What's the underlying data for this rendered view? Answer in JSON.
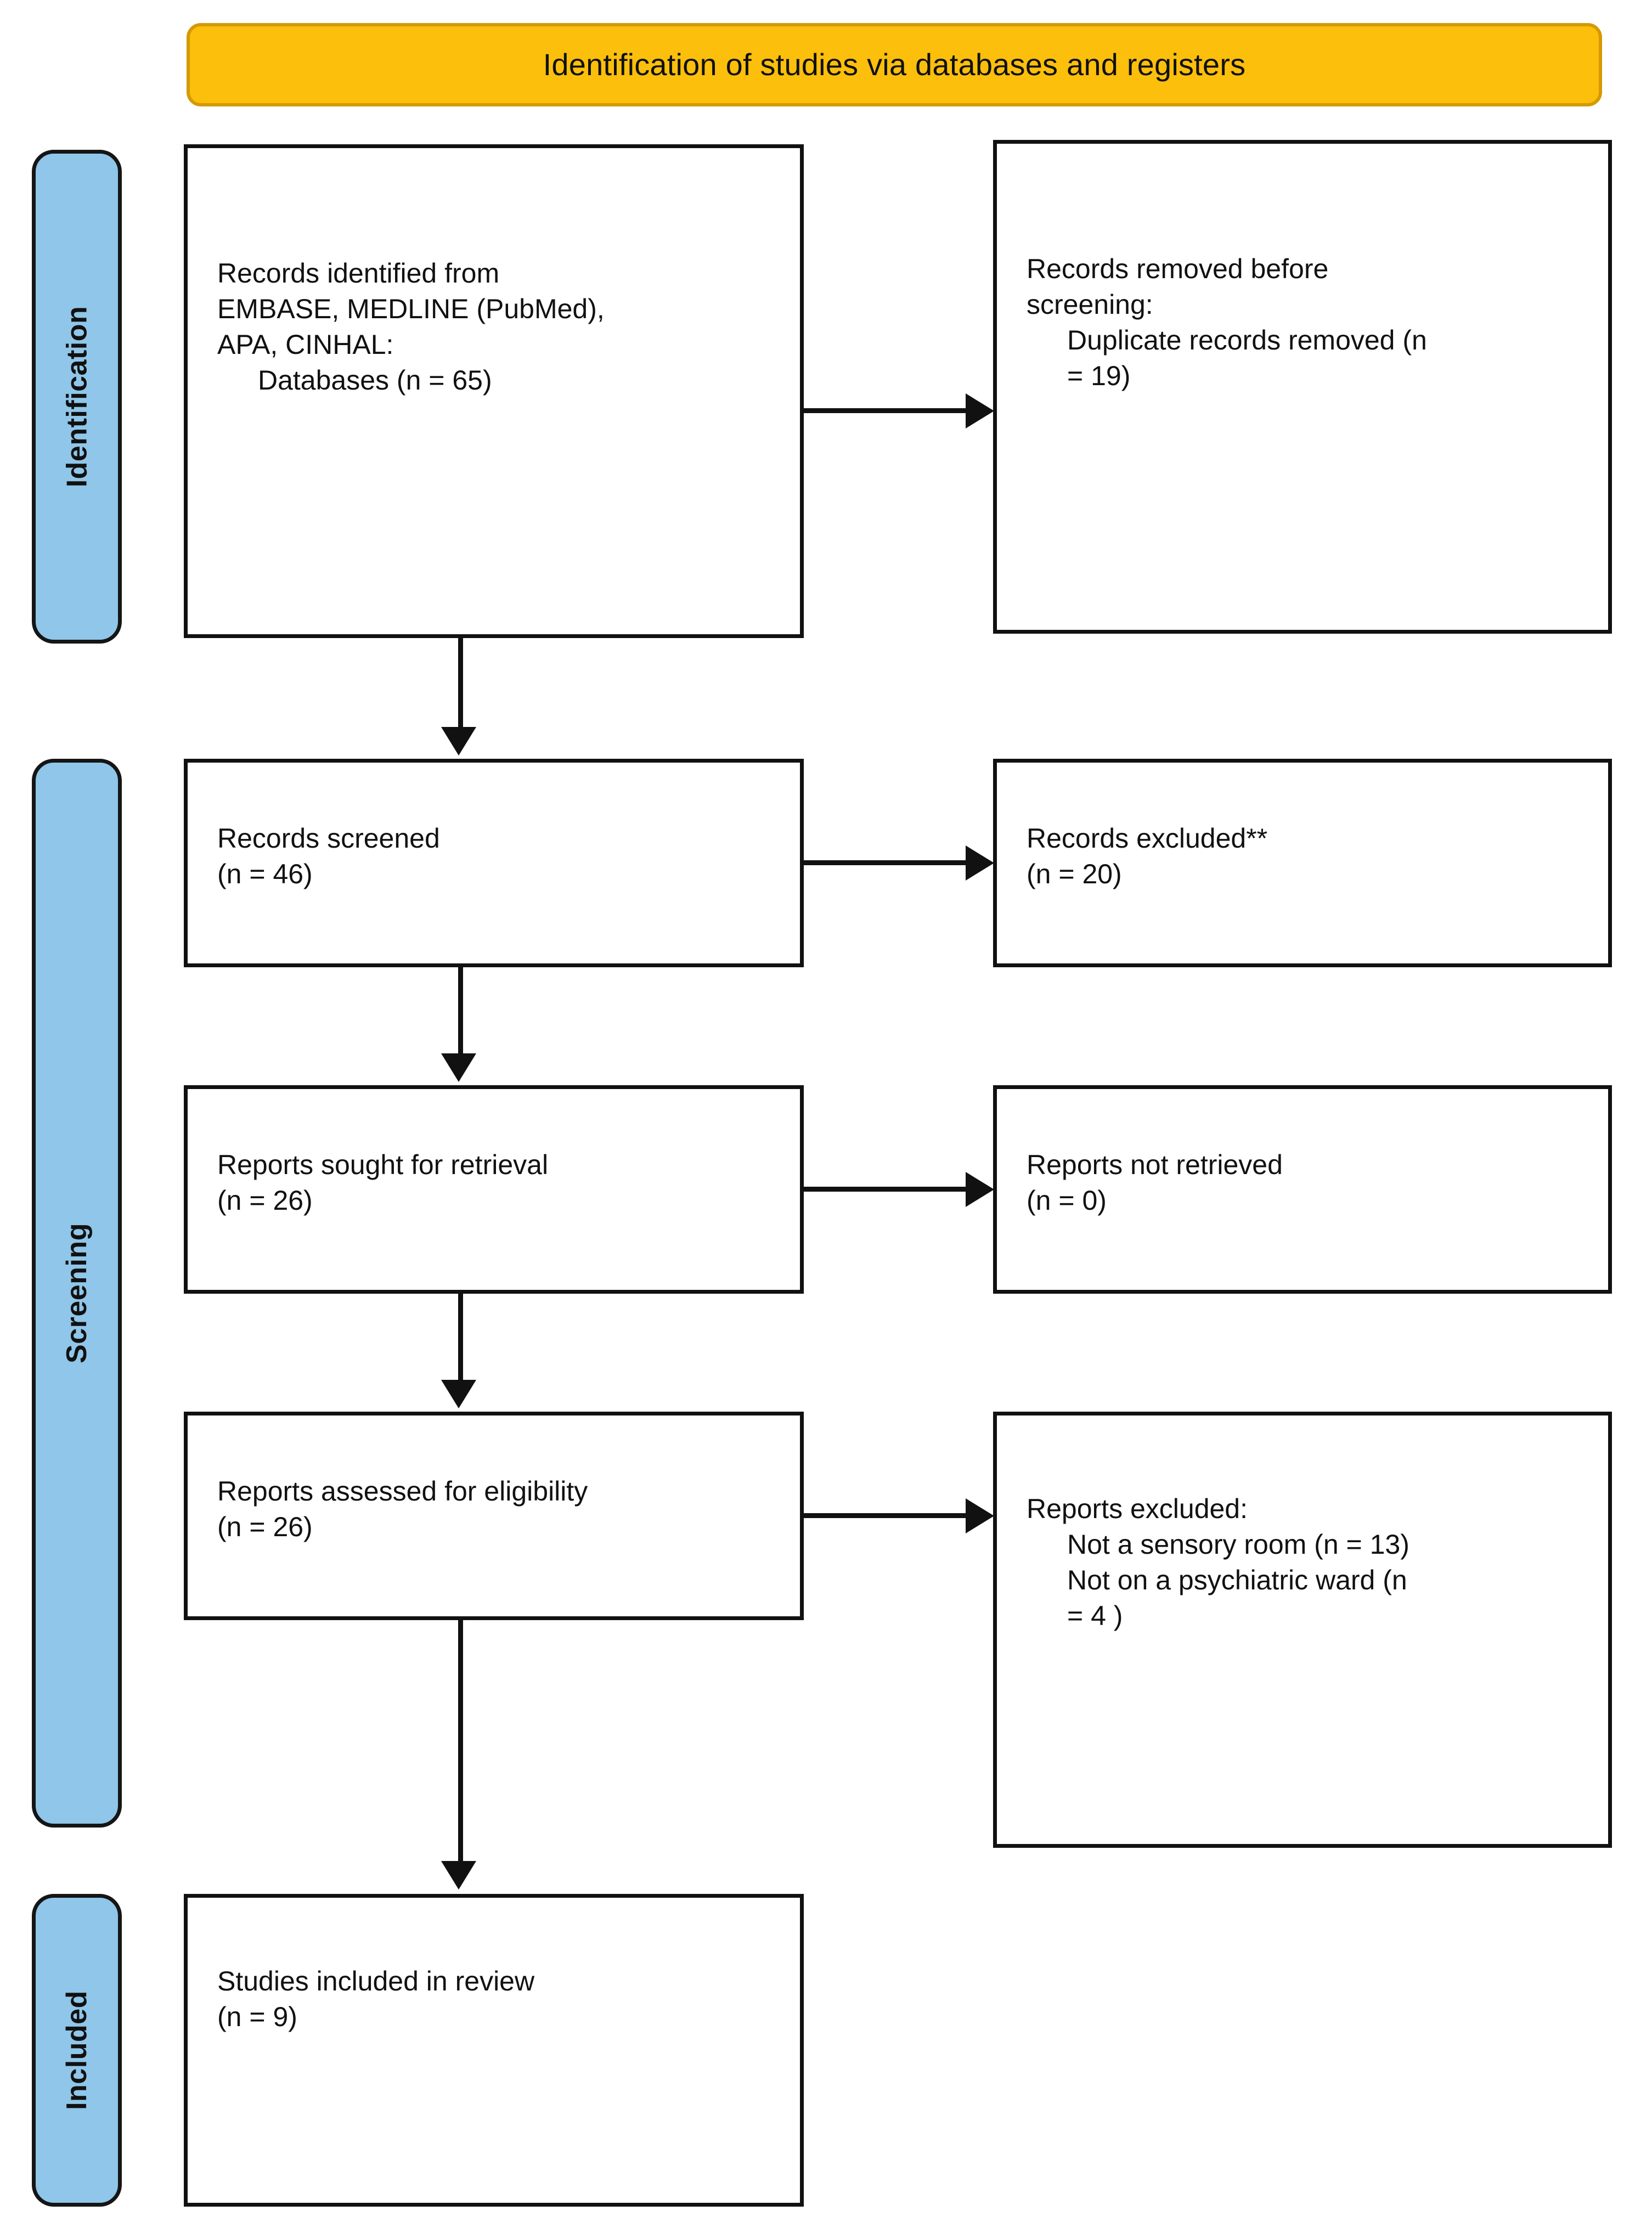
{
  "header": {
    "title": "Identification of studies via databases and registers",
    "color": "#FBBF0C",
    "border_color": "#D49A02"
  },
  "stages": {
    "color": "#8FC6E9",
    "identification": "Identification",
    "screening": "Screening",
    "included": "Included"
  },
  "boxes": {
    "identified": {
      "line1": "Records identified from",
      "line2": "EMBASE, MEDLINE (PubMed),",
      "line3": "APA, CINHAL:",
      "line4": "Databases (n = 65)"
    },
    "removed": {
      "line1": "Records removed ",
      "line1_italic": "before",
      "line2_italic": "screening",
      "line2_tail": ":",
      "line3": "Duplicate records removed (n",
      "line4": "= 19)"
    },
    "screened": {
      "line1": "Records screened",
      "line2": "(n = 46)"
    },
    "excluded_records": {
      "line1": "Records excluded**",
      "line2": "(n = 20)"
    },
    "sought": {
      "line1": "Reports sought for retrieval",
      "line2": "(n = 26)"
    },
    "not_retrieved": {
      "line1": "Reports not retrieved",
      "line2": "(n = 0)"
    },
    "assessed": {
      "line1": "Reports assessed for eligibility",
      "line2": "(n = 26)"
    },
    "reports_excluded": {
      "line1": "Reports excluded:",
      "line2": "Not a sensory room (n = 13)",
      "line3": "Not on a psychiatric ward (n",
      "line4": "= 4 )"
    },
    "included": {
      "line1": "Studies included in review",
      "line2": "(n = 9)"
    }
  },
  "chart_data": {
    "type": "diagram",
    "title": "Identification of studies via databases and registers",
    "flow": [
      {
        "stage": "Identification",
        "node": "Records identified from databases",
        "n": 65
      },
      {
        "stage": "Identification",
        "node": "Duplicate records removed before screening",
        "n": 19
      },
      {
        "stage": "Screening",
        "node": "Records screened",
        "n": 46
      },
      {
        "stage": "Screening",
        "node": "Records excluded**",
        "n": 20
      },
      {
        "stage": "Screening",
        "node": "Reports sought for retrieval",
        "n": 26
      },
      {
        "stage": "Screening",
        "node": "Reports not retrieved",
        "n": 0
      },
      {
        "stage": "Screening",
        "node": "Reports assessed for eligibility",
        "n": 26
      },
      {
        "stage": "Screening",
        "node": "Reports excluded: Not a sensory room",
        "n": 13
      },
      {
        "stage": "Screening",
        "node": "Reports excluded: Not on a psychiatric ward",
        "n": 4
      },
      {
        "stage": "Included",
        "node": "Studies included in review",
        "n": 9
      }
    ]
  }
}
